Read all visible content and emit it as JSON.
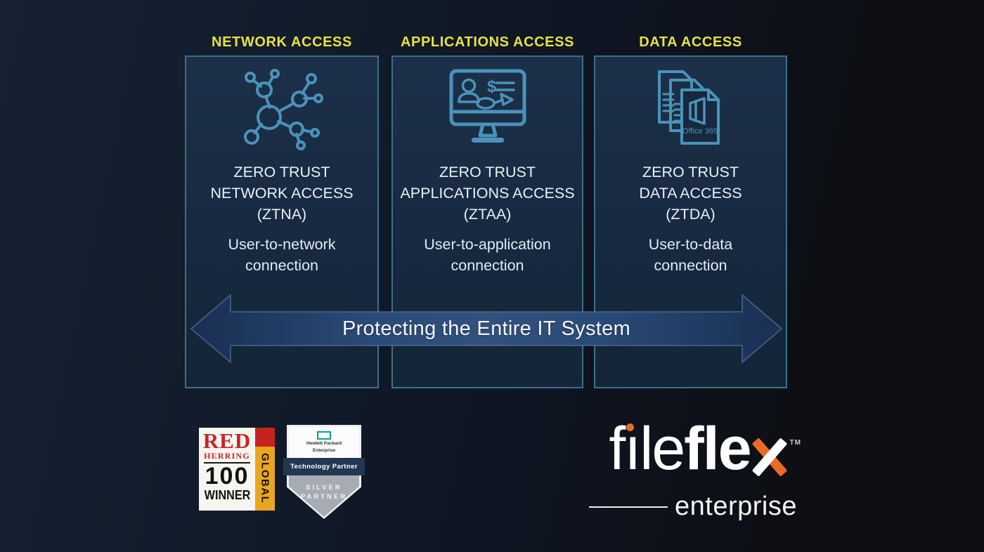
{
  "columns": [
    {
      "header": "NETWORK ACCESS",
      "icon": "network-nodes-icon",
      "title_lines": [
        "ZERO TRUST",
        "NETWORK ACCESS",
        "(ZTNA)"
      ],
      "subtitle_lines": [
        "User-to-network",
        "connection"
      ]
    },
    {
      "header": "APPLICATIONS ACCESS",
      "icon": "application-monitor-icon",
      "icon_glyph_dollar": "$",
      "title_lines": [
        "ZERO TRUST",
        "APPLICATIONS ACCESS",
        "(ZTAA)"
      ],
      "subtitle_lines": [
        "User-to-application",
        "connection"
      ]
    },
    {
      "header": "DATA ACCESS",
      "icon": "office365-documents-icon",
      "icon_caption": "Office 365",
      "title_lines": [
        "ZERO TRUST",
        "DATA ACCESS",
        "(ZTDA)"
      ],
      "subtitle_lines": [
        "User-to-data",
        "connection"
      ]
    }
  ],
  "arrow": {
    "label": "Protecting the Entire IT System"
  },
  "badges": {
    "red_herring": {
      "word_red": "RED",
      "word_herring": "HERRING",
      "number": "100",
      "word_winner": "WINNER",
      "side_label": "GLOBAL"
    },
    "hpe_partner": {
      "brand_line1": "Hewlett Packard",
      "brand_line2": "Enterprise",
      "ribbon_label": "Technology Partner",
      "tier_line1": "SILVER",
      "tier_line2": "PARTNER"
    }
  },
  "logo": {
    "wordmark": "fileflex",
    "seg_f": "f",
    "seg_i_dotless": "ı",
    "seg_le": "le",
    "seg_fle": "fle",
    "trademark": "TM",
    "subbrand": "enterprise"
  },
  "colors": {
    "header_yellow": "#e6e243",
    "panel_fill": "#17293f",
    "panel_border": "#3c6f8d",
    "icon_stroke": "#4a93ba",
    "arrow_edge": "#1a2f51",
    "arrow_center": "#32527e",
    "text_light": "#eaf0f7",
    "logo_orange": "#ec6b23",
    "hpe_green": "#01a982",
    "red_herring_red": "#c9262b",
    "red_herring_gold": "#e9a71f"
  }
}
